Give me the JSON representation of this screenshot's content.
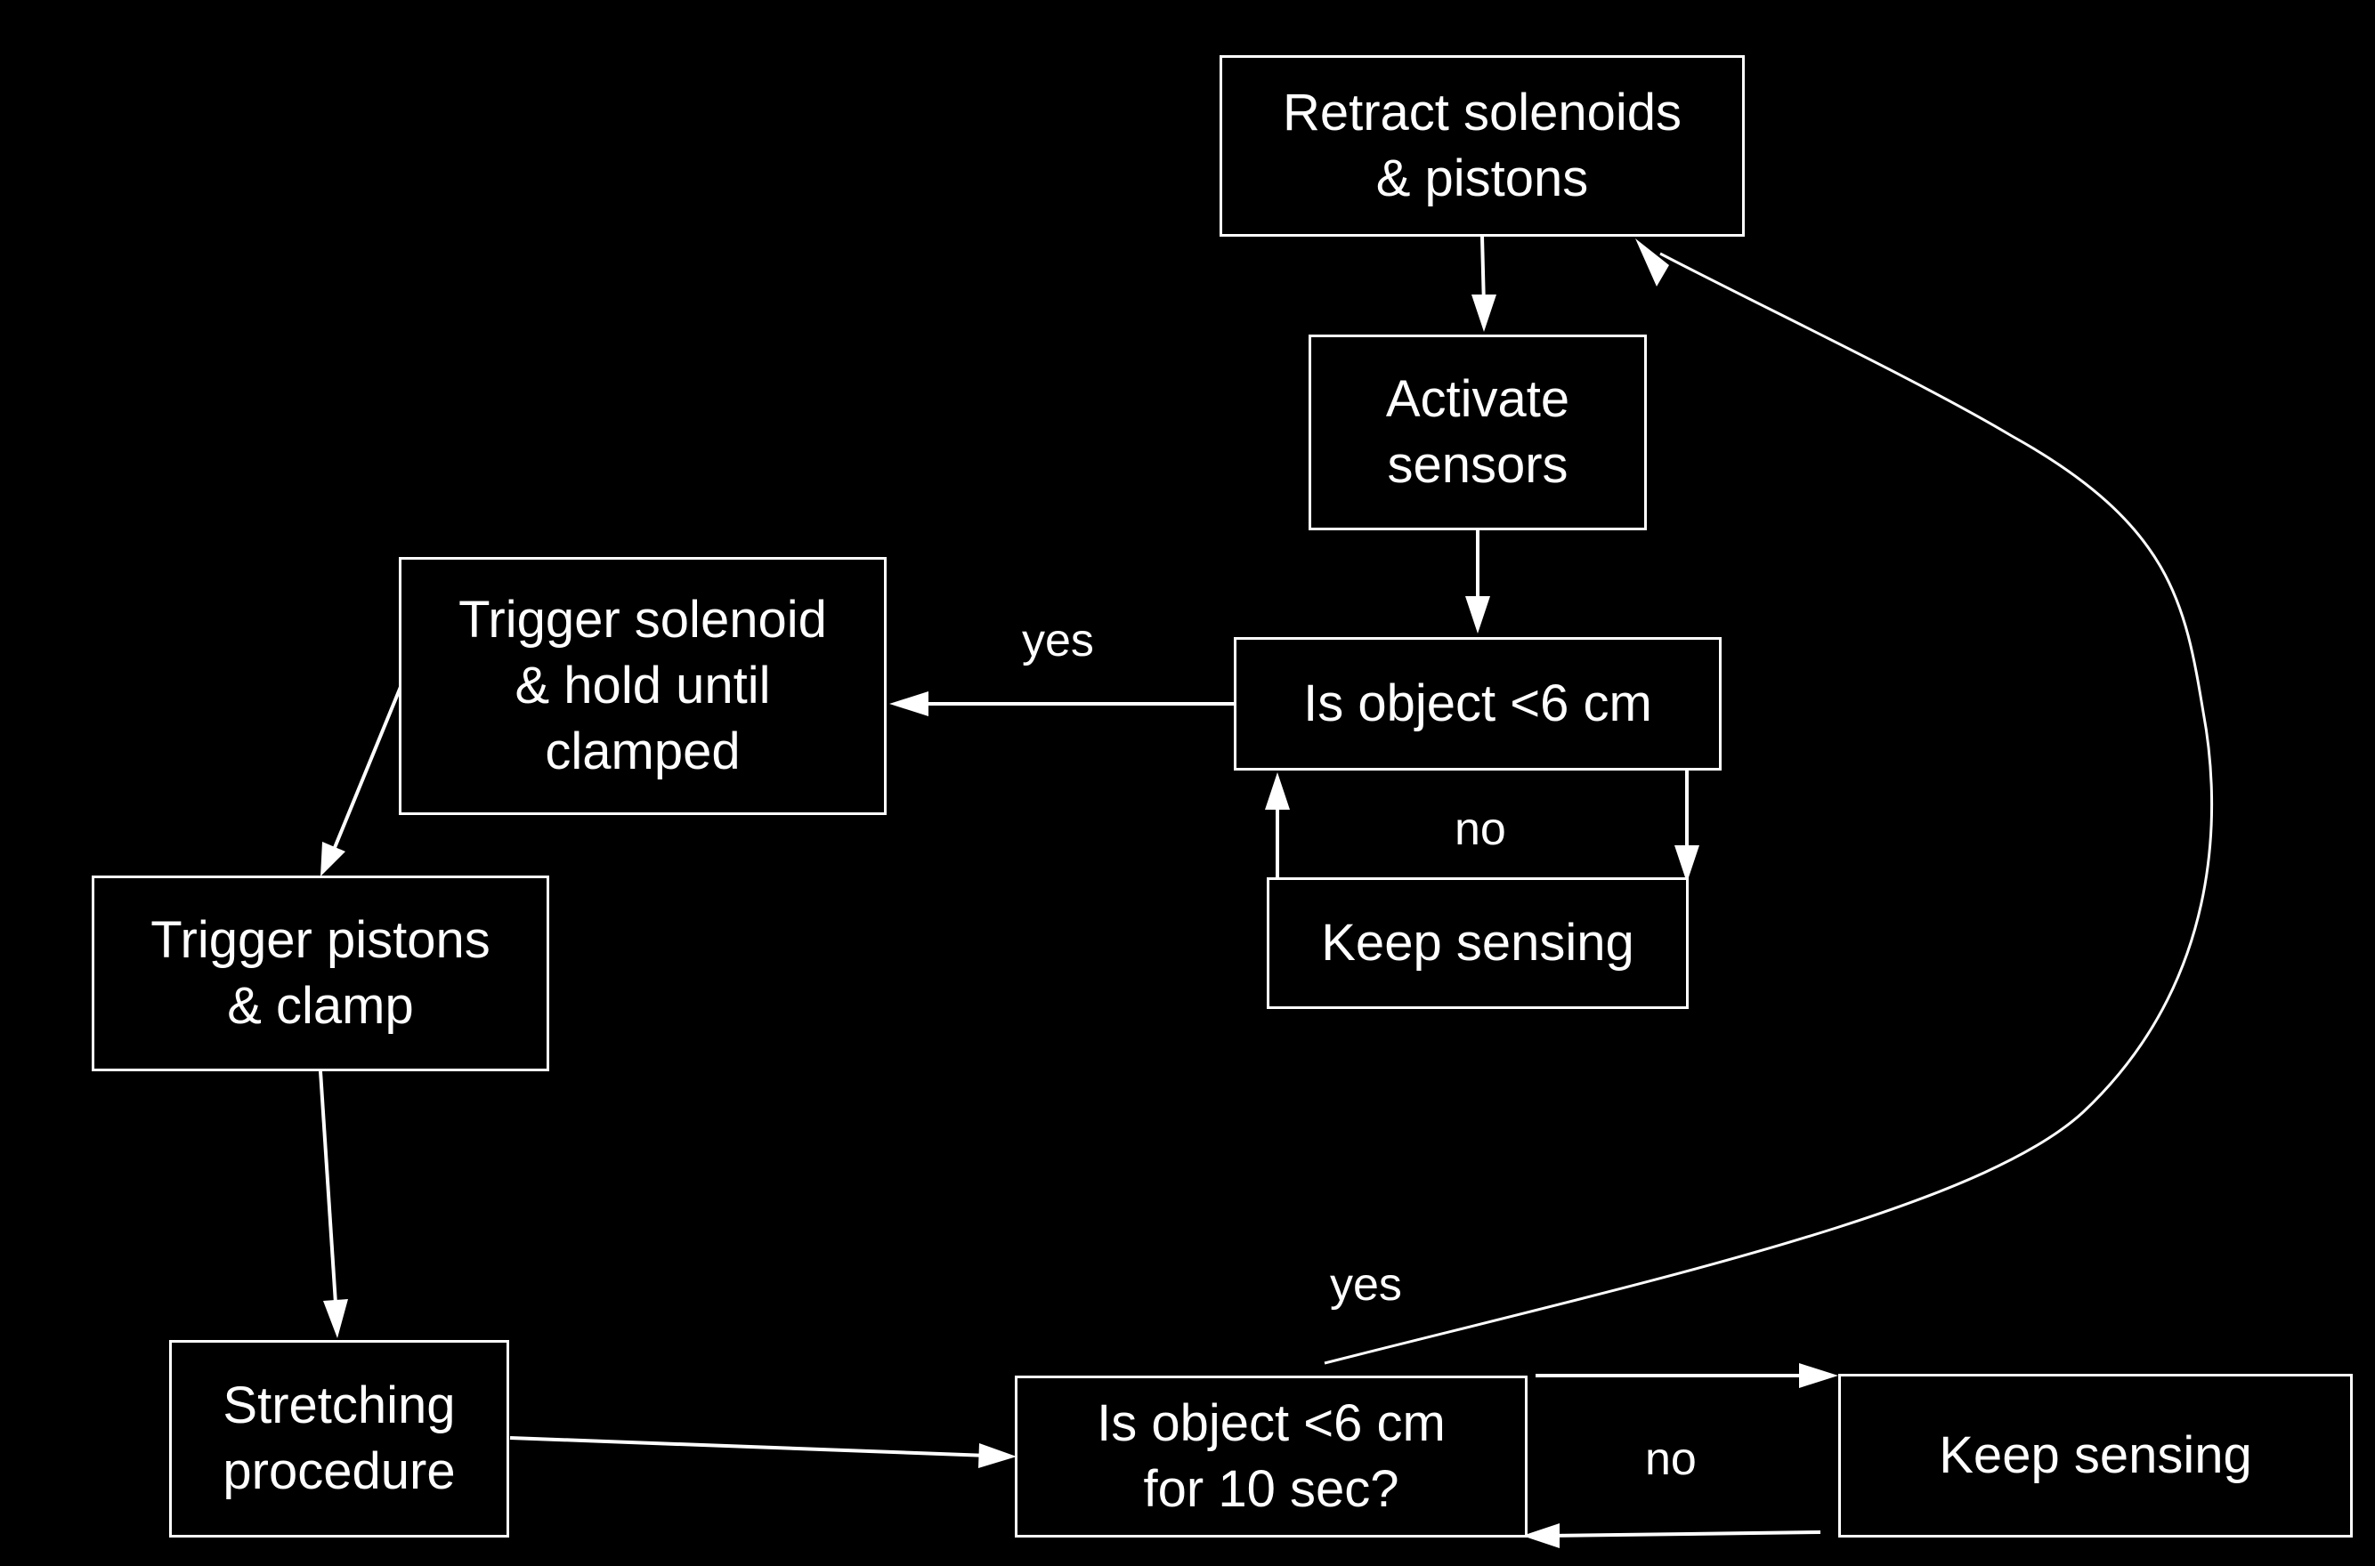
{
  "nodes": {
    "retract": "Retract solenoids\n& pistons",
    "activate": "Activate\nsensors",
    "check1": "Is object <6 cm",
    "keep1": "Keep sensing",
    "trigger_solenoid": "Trigger solenoid\n& hold until\nclamped",
    "trigger_pistons": "Trigger pistons\n& clamp",
    "stretch": "Stretching\nprocedure",
    "check2": "Is object <6 cm\nfor 10 sec?",
    "keep2": "Keep sensing"
  },
  "labels": {
    "yes1": "yes",
    "no1": "no",
    "yes2": "yes",
    "no2": "no"
  },
  "colors": {
    "background": "#000000",
    "stroke": "#ffffff",
    "text": "#ffffff"
  }
}
